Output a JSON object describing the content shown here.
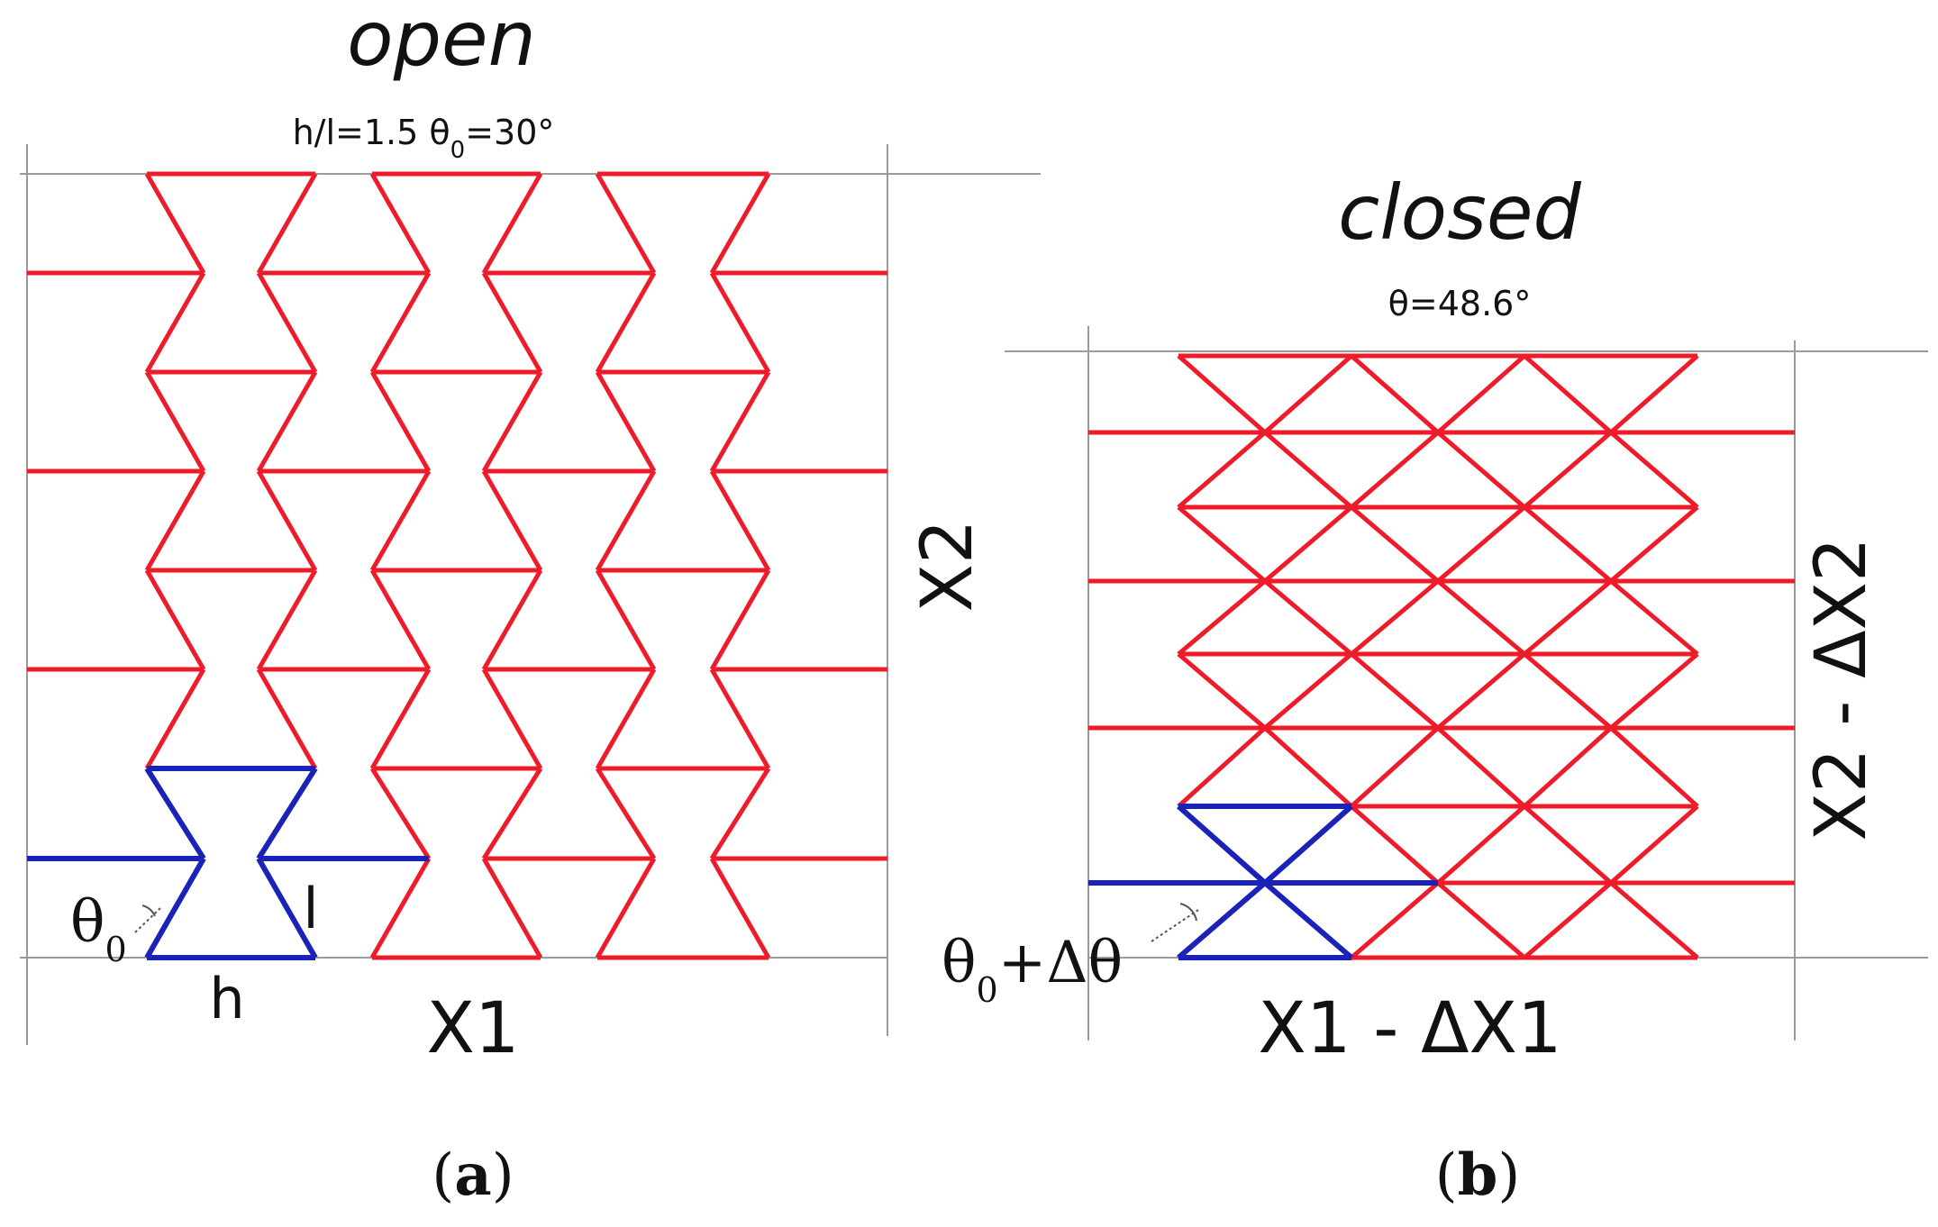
{
  "panel_a": {
    "title": "open",
    "param_pre": "h/l=1.5  θ",
    "param_sub": "0",
    "param_post": "=30°",
    "theta_symbol": "θ",
    "theta_sub": "0",
    "h_label": "h",
    "l_label": "l",
    "x1_label": "X1",
    "x2_label": "X2",
    "caption_open": "(",
    "caption_letter": "a",
    "caption_close": ")"
  },
  "panel_b": {
    "title": "closed",
    "param": "θ=48.6°",
    "theta_symbol": "θ",
    "theta_sub": "0",
    "theta_post": "+Δθ",
    "x1_label": "X1 - ΔX1",
    "x2_label": "X2 - ΔX2",
    "caption_open": "(",
    "caption_letter": "b",
    "caption_close": ")"
  },
  "colors": {
    "lattice": "#ee1c2a",
    "unit_cell": "#1a22b8",
    "frame": "#9a9a9a"
  }
}
